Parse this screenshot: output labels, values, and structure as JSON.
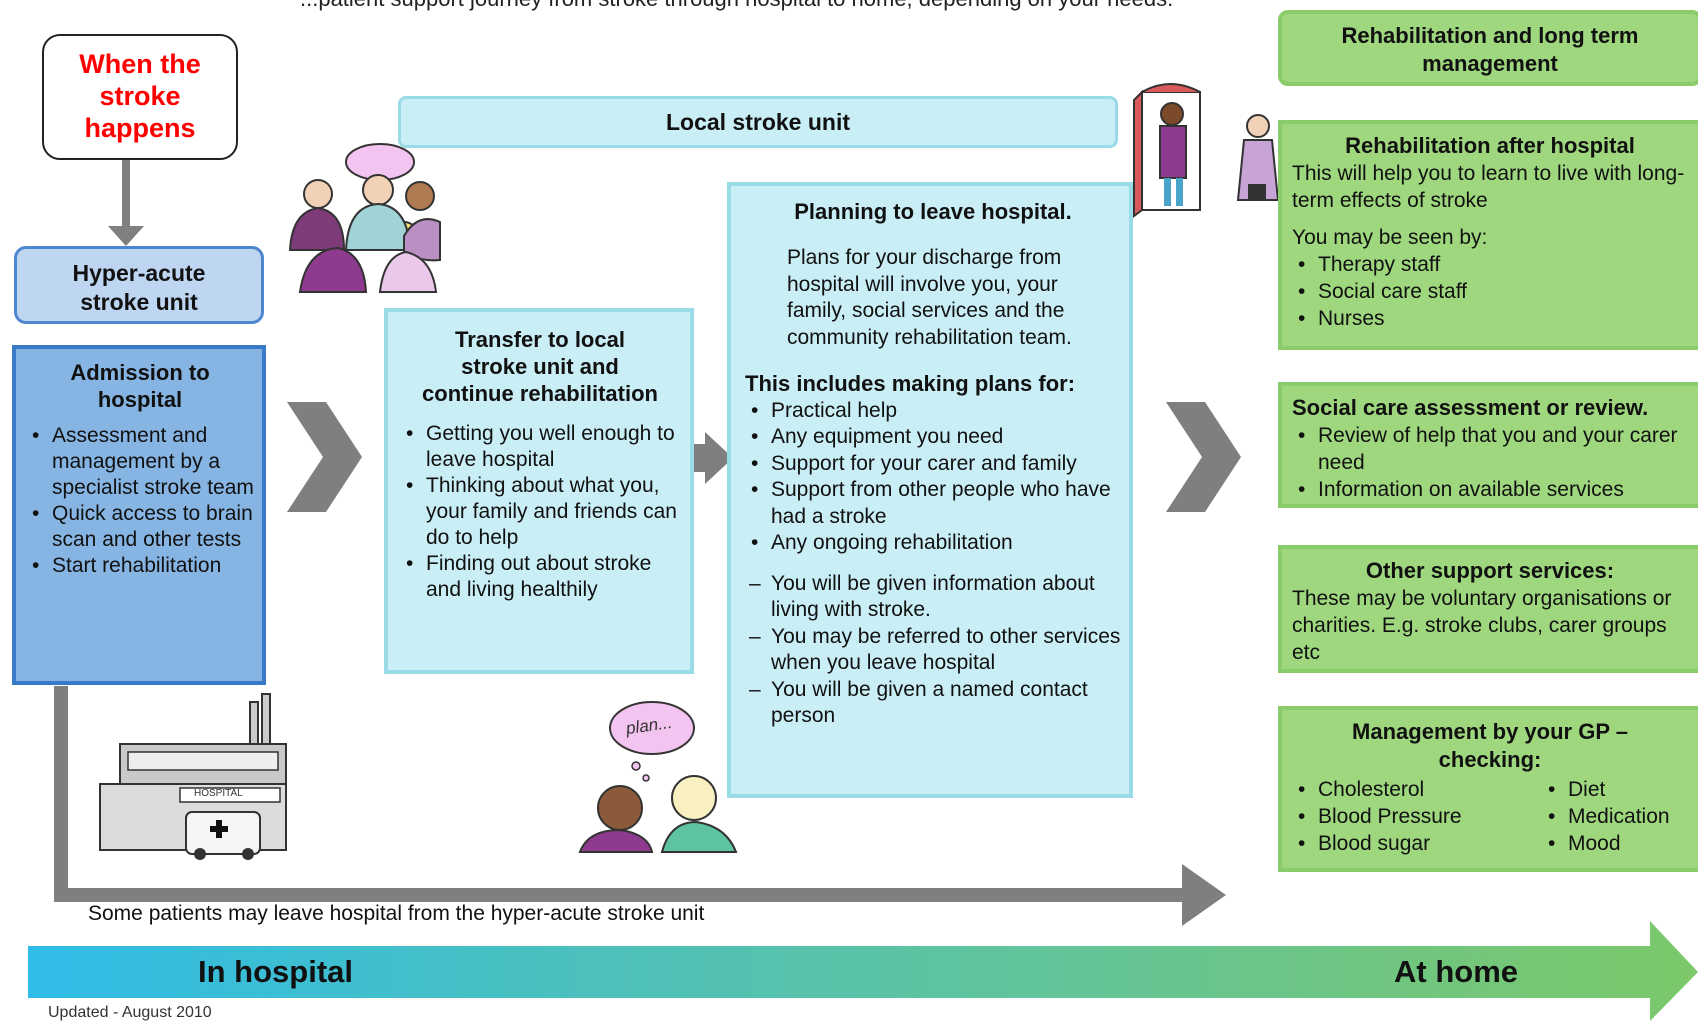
{
  "intro_text": "...patient support journey from stroke through hospital to home, depending on your needs.",
  "colors": {
    "red": "#ff0000",
    "blue": "#86b5e3",
    "cyan": "#c9eef6",
    "green": "#9ed77e",
    "arrow": "#7f7f7f"
  },
  "stroke_happens": [
    "When the",
    "stroke",
    "happens"
  ],
  "hyper_acute": [
    "Hyper-acute",
    "stroke unit"
  ],
  "admission": {
    "title": [
      "Admission to",
      "hospital"
    ],
    "items": [
      "Assessment and management by a specialist stroke team",
      "Quick access to brain scan and other tests",
      "Start rehabilitation"
    ]
  },
  "local_unit": "Local stroke unit",
  "transfer": {
    "title": [
      "Transfer to local",
      "stroke unit and",
      "continue rehabilitation"
    ],
    "items": [
      "Getting you well enough to leave hospital",
      "Thinking about what you, your family and friends can do to help",
      "Finding out about stroke and living healthily"
    ]
  },
  "planning": {
    "title": "Planning to leave hospital.",
    "para": "Plans for your discharge from hospital will involve you, your family, social services and the community rehabilitation team.",
    "includes": "This includes making plans for:",
    "items": [
      "Practical help",
      "Any equipment you need",
      "Support for your carer and family",
      "Support from other people who have had a stroke",
      "Any ongoing rehabilitation"
    ],
    "dash_items": [
      "You will be given information about living with stroke.",
      "You may be referred to other services when you leave hospital",
      "You will be given a named contact person"
    ]
  },
  "rehab_long": [
    "Rehabilitation and long term",
    "management"
  ],
  "rehab_after": {
    "title": "Rehabilitation after hospital",
    "text": "This will help you to learn to live with long-term effects of stroke",
    "seen_by": "You may be seen by:",
    "items": [
      "Therapy staff",
      "Social care staff",
      "Nurses"
    ]
  },
  "social": {
    "title": "Social care assessment or review.",
    "items": [
      "Review of help that you and your carer need",
      "Information on available services"
    ]
  },
  "other": {
    "title": "Other support services:",
    "text": "These may be voluntary organisations or charities. E.g. stroke clubs, carer groups etc"
  },
  "gp": {
    "title": [
      "Management by your GP –",
      "checking:"
    ],
    "col1": [
      "Cholesterol",
      "Blood Pressure",
      "Blood sugar"
    ],
    "col2": [
      "Diet",
      "Medication",
      "Mood"
    ]
  },
  "plan_bubble": "plan...",
  "hospital_sign": "HOSPITAL",
  "leave_note": "Some patients may leave hospital from the hyper-acute stroke unit",
  "in_hospital": "In hospital",
  "at_home": "At home",
  "updated": "Updated - August 2010"
}
